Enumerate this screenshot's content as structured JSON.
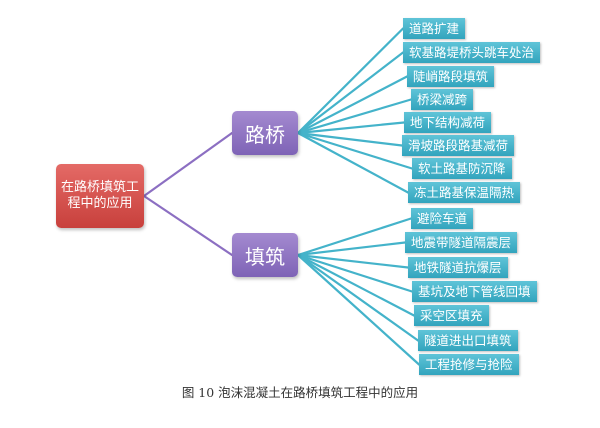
{
  "diagram": {
    "root": "在路桥填筑工程中的应用",
    "mid": [
      {
        "label": "路桥"
      },
      {
        "label": "填筑"
      }
    ],
    "leaves": [
      "道路扩建",
      "软基路堤桥头跳车处治",
      "陡峭路段填筑",
      "桥梁减跨",
      "地下结构减荷",
      "滑坡路段路基减荷",
      "软土路基防沉降",
      "冻土路基保温隔热",
      "避险车道",
      "地震带隧道隔震层",
      "地铁隧道抗爆层",
      "基坑及地下管线回填",
      "采空区填充",
      "隧道进出口填筑",
      "工程抢修与抢险"
    ],
    "colors": {
      "root": "#d4504c",
      "mid": "#8c6fc2",
      "leaf": "#44b3ca",
      "root_line": "#8c6fc2",
      "leaf_line": "#44b3ca"
    }
  },
  "caption": "图 10  泡沫混凝土在路桥填筑工程中的应用"
}
